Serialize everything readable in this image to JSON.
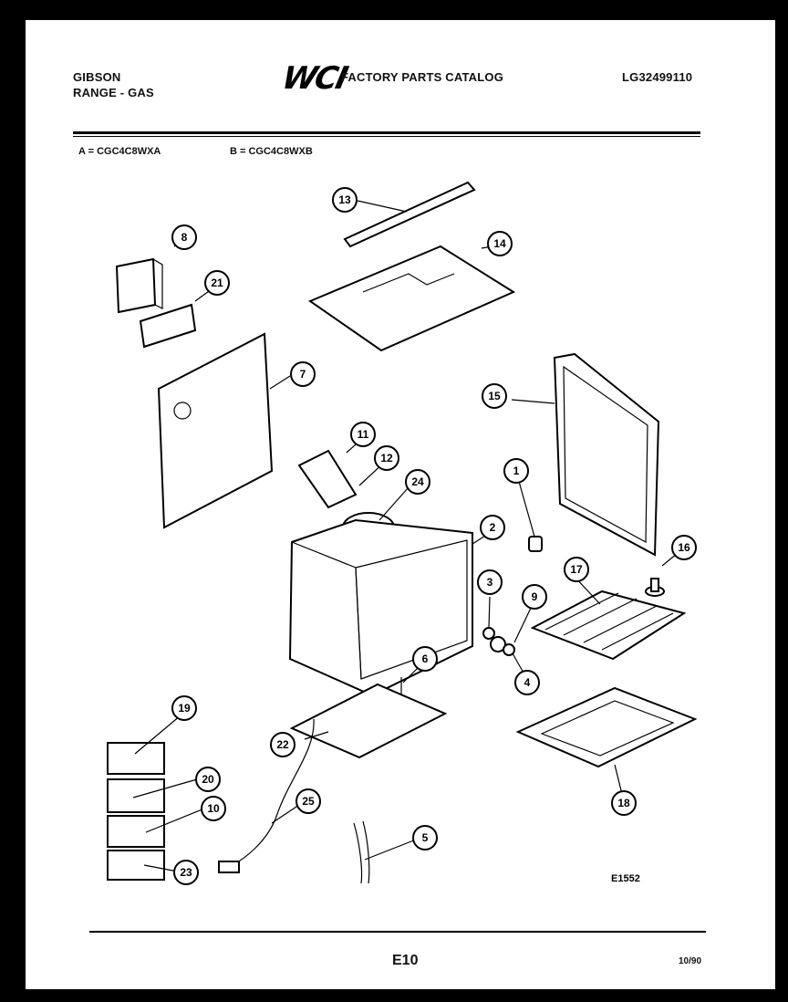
{
  "header": {
    "brand": "GIBSON",
    "product": "RANGE - GAS",
    "logo_text": "WCI",
    "catalog_title": "FACTORY PARTS CATALOG",
    "catalog_number": "LG32499110"
  },
  "models": {
    "a": "A = CGC4C8WXA",
    "b": "B = CGC4C8WXB"
  },
  "diagram": {
    "drawing_id": "E1552",
    "callouts": [
      "1",
      "2",
      "3",
      "4",
      "5",
      "6",
      "7",
      "8",
      "9",
      "10",
      "11",
      "12",
      "13",
      "14",
      "15",
      "16",
      "17",
      "18",
      "19",
      "20",
      "21",
      "22",
      "23",
      "24",
      "25"
    ]
  },
  "footer": {
    "page": "E10",
    "date": "10/90"
  }
}
